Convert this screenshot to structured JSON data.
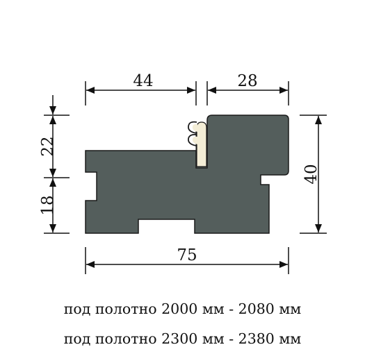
{
  "dimensions": {
    "top_left": "44",
    "top_right": "28",
    "left_upper": "22",
    "left_lower": "18",
    "right": "40",
    "bottom": "75"
  },
  "captions": [
    "под полотно 2000 мм - 2080 мм",
    "под полотно 2300 мм - 2380 мм"
  ],
  "colors": {
    "profile_fill": "#545e5c",
    "seal_fill": "#f3edd6",
    "lines": "#111111"
  }
}
